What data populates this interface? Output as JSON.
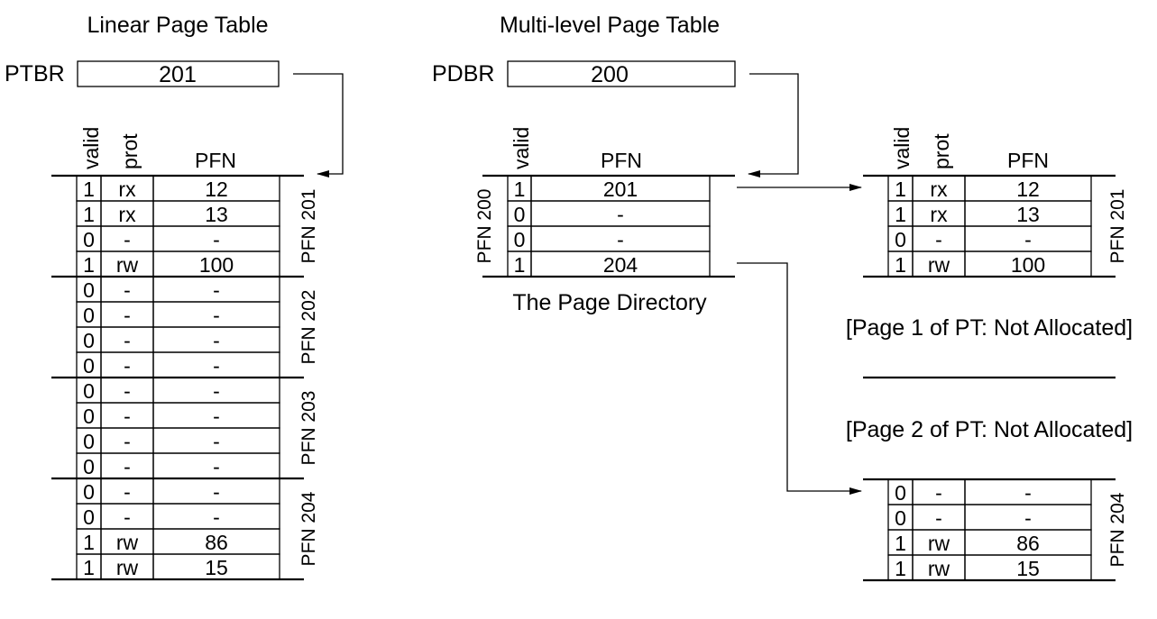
{
  "linear": {
    "title": "Linear Page Table",
    "register_label": "PTBR",
    "register_value": "201",
    "headers": {
      "valid": "valid",
      "prot": "prot",
      "pfn": "PFN"
    },
    "pages": [
      {
        "label": "PFN 201",
        "rows": [
          {
            "valid": "1",
            "prot": "rx",
            "pfn": "12"
          },
          {
            "valid": "1",
            "prot": "rx",
            "pfn": "13"
          },
          {
            "valid": "0",
            "prot": "-",
            "pfn": "-"
          },
          {
            "valid": "1",
            "prot": "rw",
            "pfn": "100"
          }
        ]
      },
      {
        "label": "PFN 202",
        "rows": [
          {
            "valid": "0",
            "prot": "-",
            "pfn": "-"
          },
          {
            "valid": "0",
            "prot": "-",
            "pfn": "-"
          },
          {
            "valid": "0",
            "prot": "-",
            "pfn": "-"
          },
          {
            "valid": "0",
            "prot": "-",
            "pfn": "-"
          }
        ]
      },
      {
        "label": "PFN 203",
        "rows": [
          {
            "valid": "0",
            "prot": "-",
            "pfn": "-"
          },
          {
            "valid": "0",
            "prot": "-",
            "pfn": "-"
          },
          {
            "valid": "0",
            "prot": "-",
            "pfn": "-"
          },
          {
            "valid": "0",
            "prot": "-",
            "pfn": "-"
          }
        ]
      },
      {
        "label": "PFN 204",
        "rows": [
          {
            "valid": "0",
            "prot": "-",
            "pfn": "-"
          },
          {
            "valid": "0",
            "prot": "-",
            "pfn": "-"
          },
          {
            "valid": "1",
            "prot": "rw",
            "pfn": "86"
          },
          {
            "valid": "1",
            "prot": "rw",
            "pfn": "15"
          }
        ]
      }
    ]
  },
  "multilevel": {
    "title": "Multi-level Page Table",
    "register_label": "PDBR",
    "register_value": "200",
    "directory": {
      "label": "PFN 200",
      "caption": "The Page Directory",
      "headers": {
        "valid": "valid",
        "pfn": "PFN"
      },
      "rows": [
        {
          "valid": "1",
          "pfn": "201"
        },
        {
          "valid": "0",
          "pfn": "-"
        },
        {
          "valid": "0",
          "pfn": "-"
        },
        {
          "valid": "1",
          "pfn": "204"
        }
      ]
    },
    "page_tables": {
      "headers": {
        "valid": "valid",
        "prot": "prot",
        "pfn": "PFN"
      },
      "pt201": {
        "label": "PFN 201",
        "rows": [
          {
            "valid": "1",
            "prot": "rx",
            "pfn": "12"
          },
          {
            "valid": "1",
            "prot": "rx",
            "pfn": "13"
          },
          {
            "valid": "0",
            "prot": "-",
            "pfn": "-"
          },
          {
            "valid": "1",
            "prot": "rw",
            "pfn": "100"
          }
        ]
      },
      "note1": "[Page 1 of PT: Not Allocated]",
      "note2": "[Page 2 of PT: Not Allocated]",
      "pt204": {
        "label": "PFN 204",
        "rows": [
          {
            "valid": "0",
            "prot": "-",
            "pfn": "-"
          },
          {
            "valid": "0",
            "prot": "-",
            "pfn": "-"
          },
          {
            "valid": "1",
            "prot": "rw",
            "pfn": "86"
          },
          {
            "valid": "1",
            "prot": "rw",
            "pfn": "15"
          }
        ]
      }
    }
  }
}
